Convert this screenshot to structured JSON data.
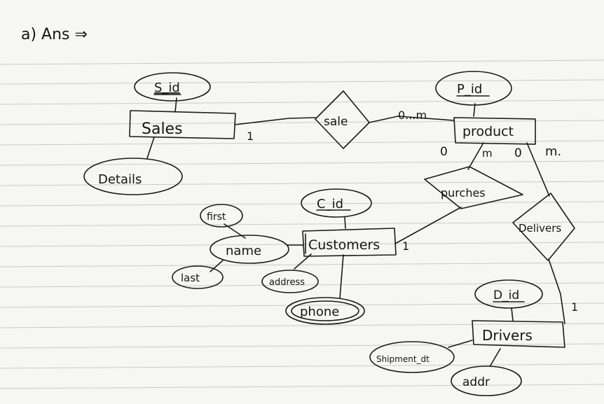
{
  "heading": "a) Ans ⇒",
  "entities": {
    "sales": "Sales",
    "product": "product",
    "customers": "Customers",
    "drivers": "Drivers"
  },
  "relationships": {
    "sale": "sale",
    "purchases": "purches",
    "delivers": "Delivers"
  },
  "attributes": {
    "s_id": "S_id",
    "details": "Details",
    "p_id": "P_id",
    "c_id": "C_id",
    "name": "name",
    "first": "first",
    "last": "last",
    "address": "address",
    "phone": "phone",
    "d_id": "D_id",
    "shipment_dt": "Shipment_dt",
    "addr": "addr"
  },
  "cardinalities": {
    "sales_sale": "1",
    "sale_product": "0...m",
    "product_purchases": "0",
    "purchases_mid": "m",
    "product_delivers_0": "0",
    "product_delivers_m": "m.",
    "customers_purchases": "1",
    "drivers_delivers": "1"
  }
}
